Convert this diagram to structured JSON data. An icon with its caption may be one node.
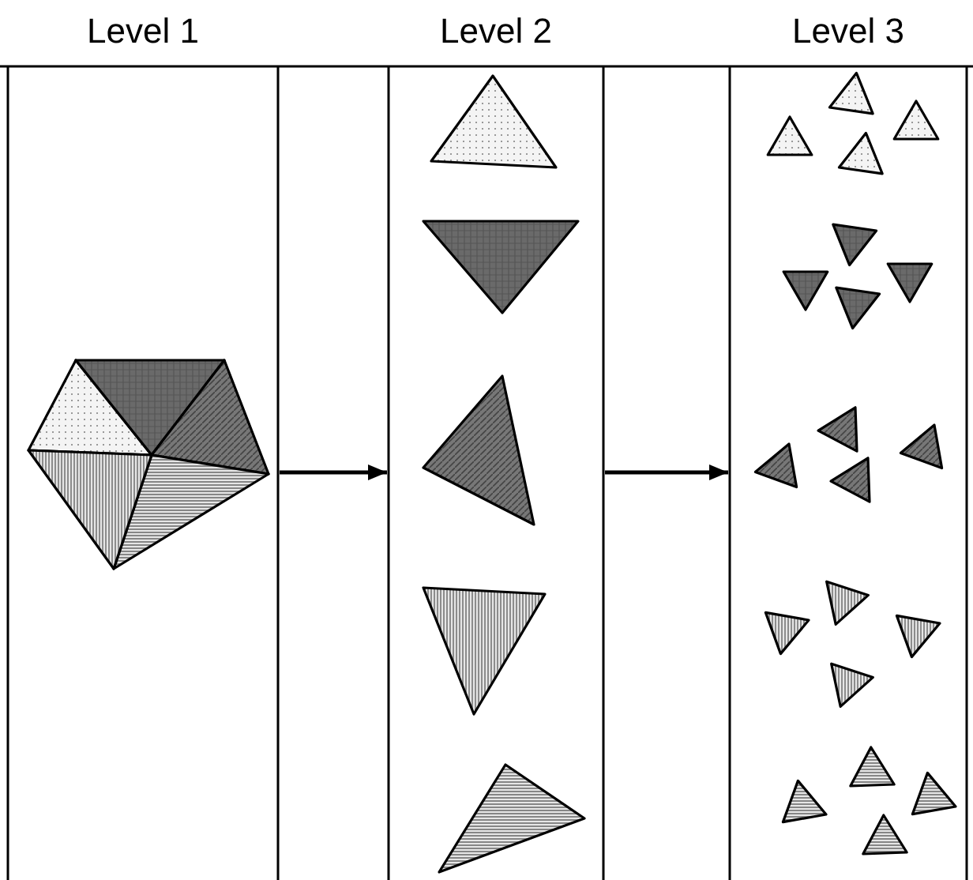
{
  "diagram": {
    "nodes": [
      {
        "text": [
          "Level 1"
        ]
      },
      {
        "text": [
          "Level 2"
        ]
      },
      {
        "text": [
          "Level 3"
        ]
      }
    ],
    "edges": [
      {
        "from": 0,
        "to": 1,
        "arrow": "to"
      },
      {
        "from": 1,
        "to": 2,
        "arrow": "to"
      }
    ]
  }
}
